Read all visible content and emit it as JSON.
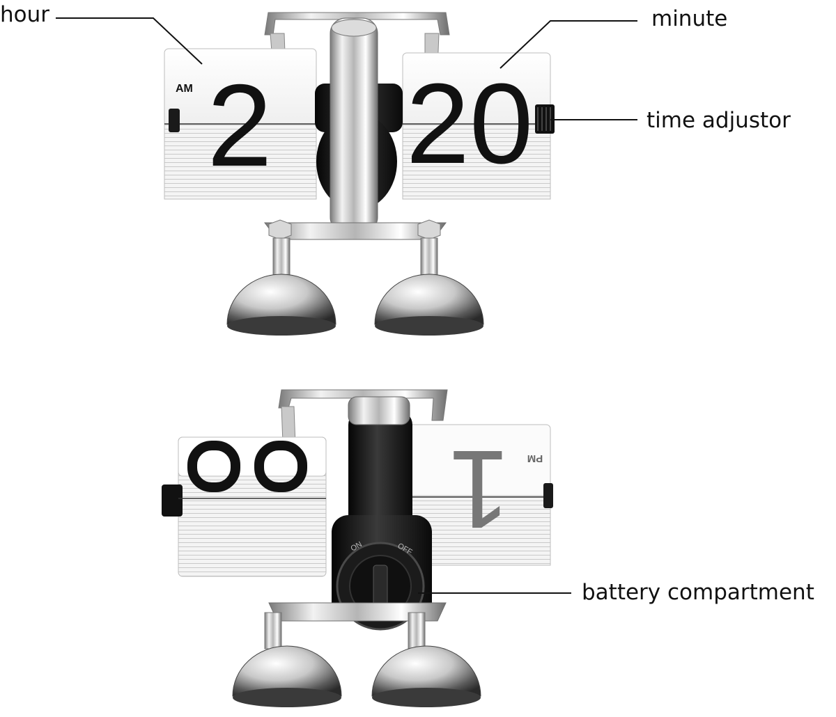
{
  "labels": {
    "hour": "hour",
    "minute": "minute",
    "time_adjustor": "time adjustor",
    "battery_compartment": "battery compartment"
  },
  "front_view": {
    "hour_digit": "2",
    "minute_digits": "20",
    "meridiem": "AM"
  },
  "back_view": {
    "meridiem": "PM",
    "hour_digit_mirrored": "1",
    "switch_on": "ON",
    "switch_off": "OFF"
  },
  "colors": {
    "card": "#f7f7f7",
    "digit": "#111111",
    "chrome_light": "#e8e8e8",
    "chrome_dark": "#8a8a8a",
    "housing": "#141414"
  }
}
